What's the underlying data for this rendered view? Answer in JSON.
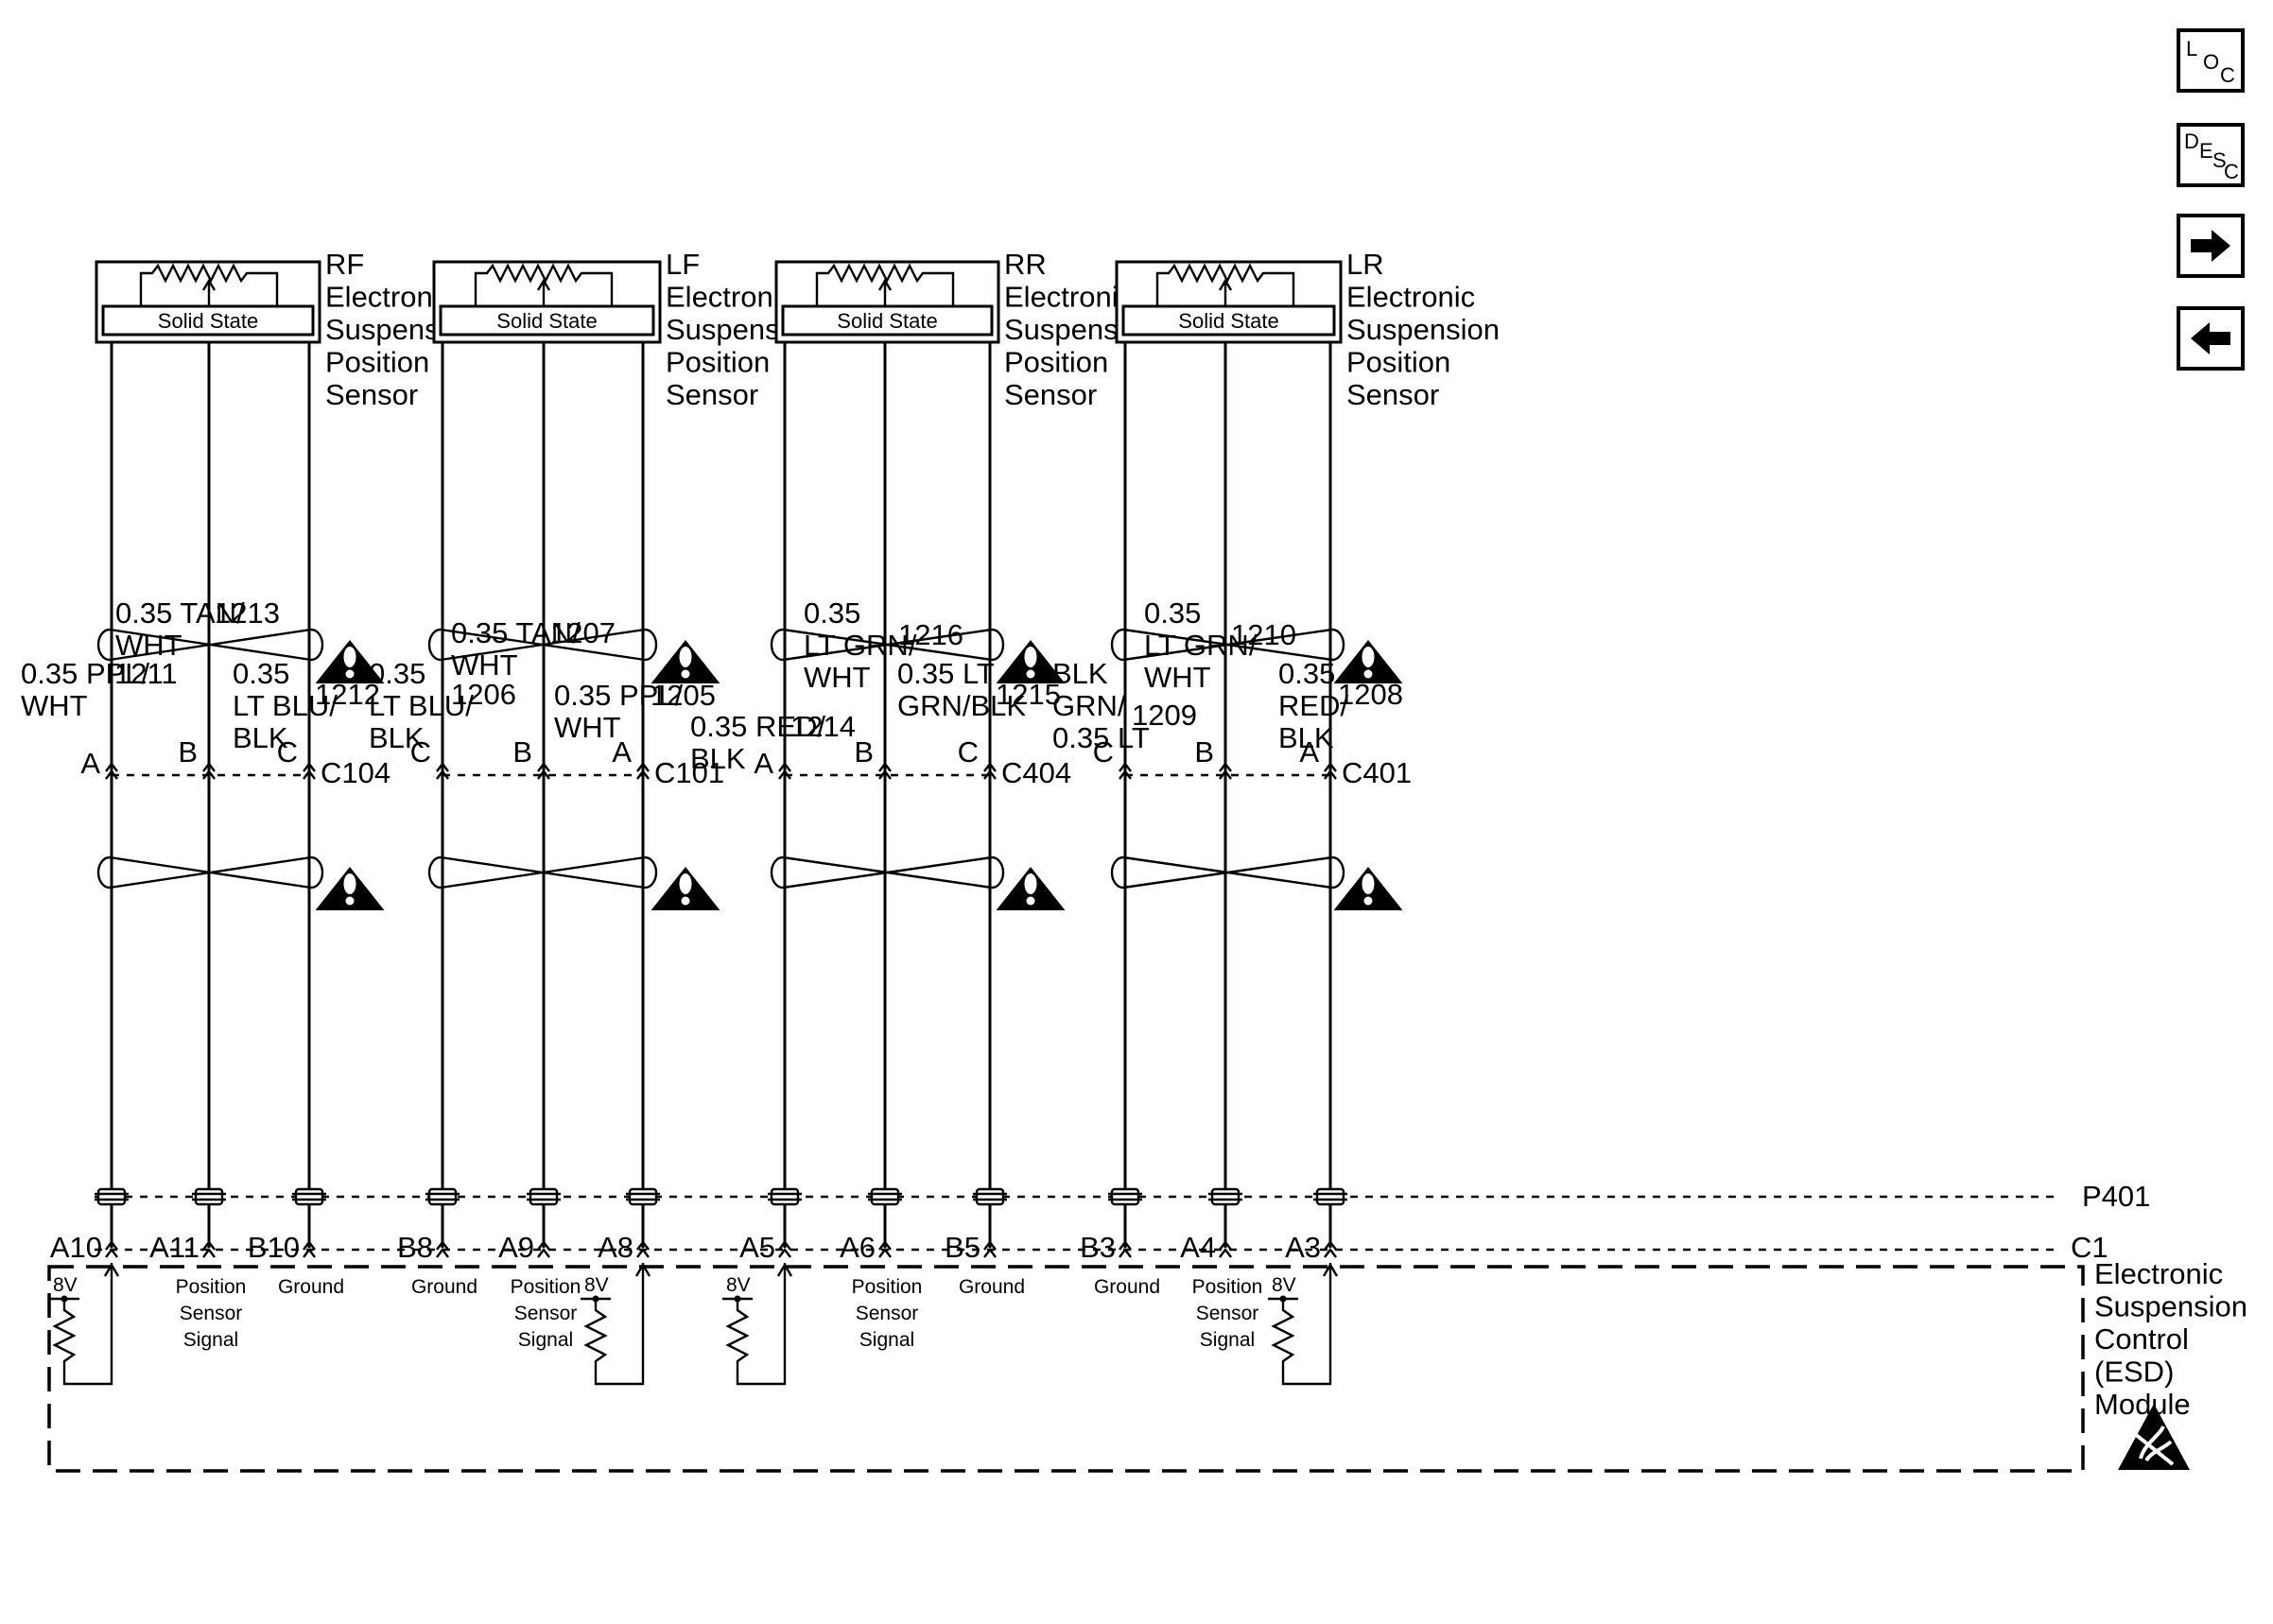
{
  "nav": {
    "loc": [
      "L",
      "O",
      "C"
    ],
    "desc": [
      "D",
      "E",
      "S",
      "C"
    ],
    "next_icon": "arrow-right-icon",
    "prev_icon": "arrow-left-icon"
  },
  "sensors": [
    {
      "id": "rf",
      "name": [
        "RF",
        "Electronic",
        "Suspension",
        "Position",
        "Sensor"
      ],
      "solid_state": "Solid State",
      "connector": "C104",
      "pins": [
        "A",
        "B",
        "C"
      ],
      "wires": [
        {
          "gauge": "0.35 PPL/",
          "color": "WHT",
          "circuit": "1211"
        },
        {
          "gauge": "0.35 TAN/",
          "color": "WHT",
          "circuit": "1213"
        },
        {
          "gauge": "0.35",
          "color": "LT BLU/",
          "color2": "BLK",
          "circuit": "1212"
        }
      ],
      "module_pins": [
        "A10",
        "A11",
        "B10"
      ],
      "pin_funcs": [
        "8V",
        "Position\nSensor\nSignal",
        "Ground"
      ]
    },
    {
      "id": "lf",
      "name": [
        "LF",
        "Electronic",
        "Suspension",
        "Position",
        "Sensor"
      ],
      "solid_state": "Solid State",
      "connector": "C101",
      "pins": [
        "C",
        "B",
        "A"
      ],
      "wires": [
        {
          "gauge": "0.35",
          "color": "LT BLU/",
          "color2": "BLK",
          "circuit": "1206"
        },
        {
          "gauge": "0.35 TAN/",
          "color": "WHT",
          "circuit": "1207"
        },
        {
          "gauge": "0.35 PPL/",
          "color": "WHT",
          "circuit": "1205"
        }
      ],
      "module_pins": [
        "B8",
        "A9",
        "A8"
      ],
      "pin_funcs": [
        "Ground",
        "Position\nSensor\nSignal",
        "8V"
      ]
    },
    {
      "id": "rr",
      "name": [
        "RR",
        "Electronic",
        "Suspension",
        "Position",
        "Sensor"
      ],
      "solid_state": "Solid State",
      "connector": "C404",
      "pins": [
        "A",
        "B",
        "C"
      ],
      "wires": [
        {
          "gauge": "0.35 RED/",
          "color": "BLK",
          "circuit": "1214"
        },
        {
          "gauge": "0.35",
          "color": "LT GRN/",
          "color2": "WHT",
          "circuit": "1216"
        },
        {
          "gauge": "0.35 LT",
          "color": "GRN/BLK",
          "circuit": "1215"
        }
      ],
      "module_pins": [
        "A5",
        "A6",
        "B5"
      ],
      "pin_funcs": [
        "8V",
        "Position\nSensor\nSignal",
        "Ground"
      ]
    },
    {
      "id": "lr",
      "name": [
        "LR",
        "Electronic",
        "Suspension",
        "Position",
        "Sensor"
      ],
      "solid_state": "Solid State",
      "connector": "C401",
      "pins": [
        "C",
        "B",
        "A"
      ],
      "wires": [
        {
          "gauge": "BLK",
          "color": "GRN/",
          "color2": "0.35 LT",
          "circuit": "1209"
        },
        {
          "gauge": "0.35",
          "color": "LT GRN/",
          "color2": "WHT",
          "circuit": "1210"
        },
        {
          "gauge": "0.35",
          "color": "RED/",
          "color2": "BLK",
          "circuit": "1208"
        }
      ],
      "module_pins": [
        "B3",
        "A4",
        "A3"
      ],
      "pin_funcs": [
        "Ground",
        "Position\nSensor\nSignal",
        "8V"
      ]
    }
  ],
  "inline_connector": "P401",
  "module_connector": "C1",
  "module_name": [
    "Electronic",
    "Suspension",
    "Control",
    "(ESD)",
    "Module"
  ],
  "icons": {
    "warning": "caution-triangle-icon",
    "esd": "esd-sensitive-icon",
    "twisted_pair": "twisted-pair-icon",
    "resistor": "pull-up-resistor-icon"
  }
}
